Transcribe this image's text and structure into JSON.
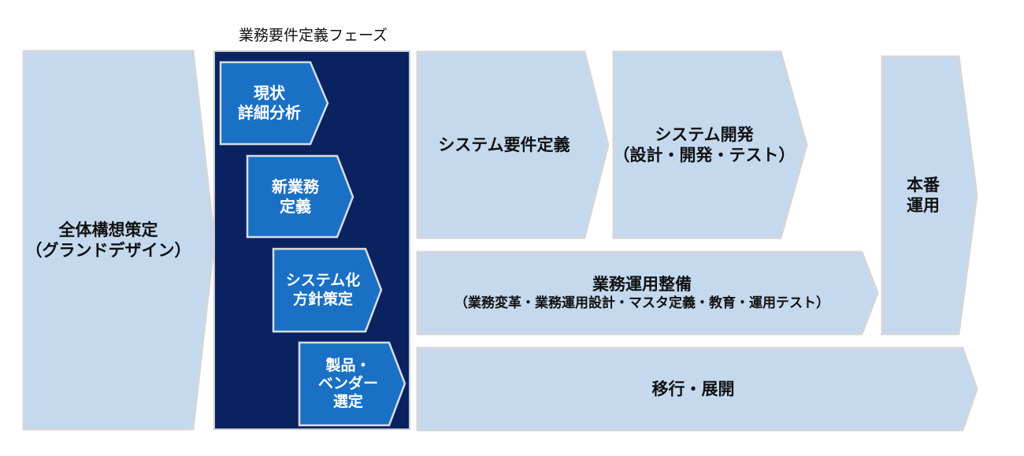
{
  "phase_title": "業務要件定義フェーズ",
  "colors": {
    "light_block": "#c4d9ee",
    "light_stroke": "#d3d6da",
    "phase_panel": "#0b2260",
    "inner_step": "#1a70c4",
    "inner_stroke": "#d9dde3"
  },
  "blocks": {
    "grand_design": {
      "line1": "全体構想策定",
      "line2": "（グランドデザイン）"
    },
    "system_requirements": {
      "line1": "システム要件定義"
    },
    "system_development": {
      "line1": "システム開発",
      "line2": "（設計・開発・テスト）"
    },
    "production": {
      "line1": "本番",
      "line2": "運用"
    },
    "business_operation": {
      "line1": "業務運用整備",
      "line2": "（業務変革・業務運用設計・マスタ定義・教育・運用テスト）"
    },
    "migration": {
      "line1": "移行・展開"
    }
  },
  "inner_steps": [
    {
      "line1": "現状",
      "line2": "詳細分析"
    },
    {
      "line1": "新業務",
      "line2": "定義"
    },
    {
      "line1": "システム化",
      "line2": "方針策定"
    },
    {
      "line1": "製品・",
      "line2": "ベンダー",
      "line3": "選定"
    }
  ]
}
